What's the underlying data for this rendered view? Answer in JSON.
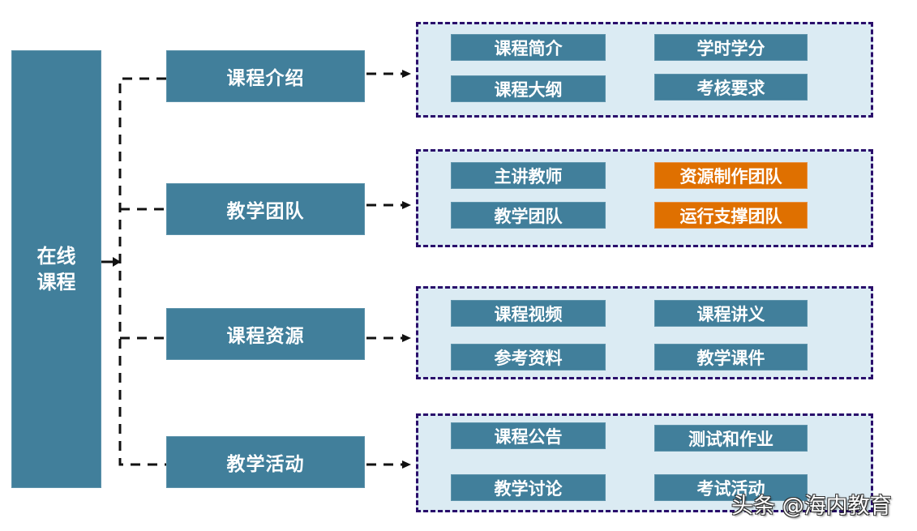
{
  "root": {
    "line1": "在线",
    "line2": "课程"
  },
  "categories": [
    {
      "label": "课程介绍",
      "items": [
        {
          "label": "课程简介",
          "color": "#417f9b"
        },
        {
          "label": "学时学分",
          "color": "#417f9b"
        },
        {
          "label": "课程大纲",
          "color": "#417f9b"
        },
        {
          "label": "考核要求",
          "color": "#417f9b"
        }
      ]
    },
    {
      "label": "教学团队",
      "items": [
        {
          "label": "主讲教师",
          "color": "#417f9b"
        },
        {
          "label": "资源制作团队",
          "color": "#df7000"
        },
        {
          "label": "教学团队",
          "color": "#417f9b"
        },
        {
          "label": "运行支撑团队",
          "color": "#df7000"
        }
      ]
    },
    {
      "label": "课程资源",
      "items": [
        {
          "label": "课程视频",
          "color": "#417f9b"
        },
        {
          "label": "课程讲义",
          "color": "#417f9b"
        },
        {
          "label": "参考资料",
          "color": "#417f9b"
        },
        {
          "label": "教学课件",
          "color": "#417f9b"
        }
      ]
    },
    {
      "label": "教学活动",
      "items": [
        {
          "label": "课程公告",
          "color": "#417f9b"
        },
        {
          "label": "测试和作业",
          "color": "#417f9b"
        },
        {
          "label": "教学讨论",
          "color": "#417f9b"
        },
        {
          "label": "考试活动",
          "color": "#417f9b"
        }
      ]
    }
  ],
  "colors": {
    "node": "#417f9b",
    "highlight": "#df7000",
    "group_bg": "#dbebf3",
    "group_border": "#2a0e6b",
    "connector": "#111111"
  },
  "watermark": "头条 @海内教育"
}
